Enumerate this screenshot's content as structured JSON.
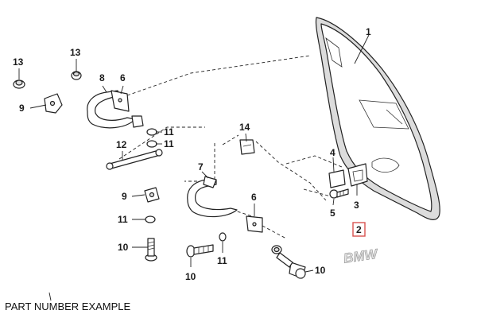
{
  "caption": "PART NUMBER EXAMPLE",
  "highlight_color": "#d9534f",
  "labels": {
    "c1": "1",
    "c13a": "13",
    "c13b": "13",
    "c8": "8",
    "c6a": "6",
    "c9a": "9",
    "c11a": "11",
    "c11b": "11",
    "c12": "12",
    "c14": "14",
    "c7": "7",
    "c4": "4",
    "c3": "3",
    "c5": "5",
    "c2": "2",
    "c9b": "9",
    "c6b": "6",
    "c11c": "11",
    "c10a": "10",
    "c11d": "11",
    "c10b": "10",
    "c10c": "10"
  },
  "emblem": "BMW"
}
